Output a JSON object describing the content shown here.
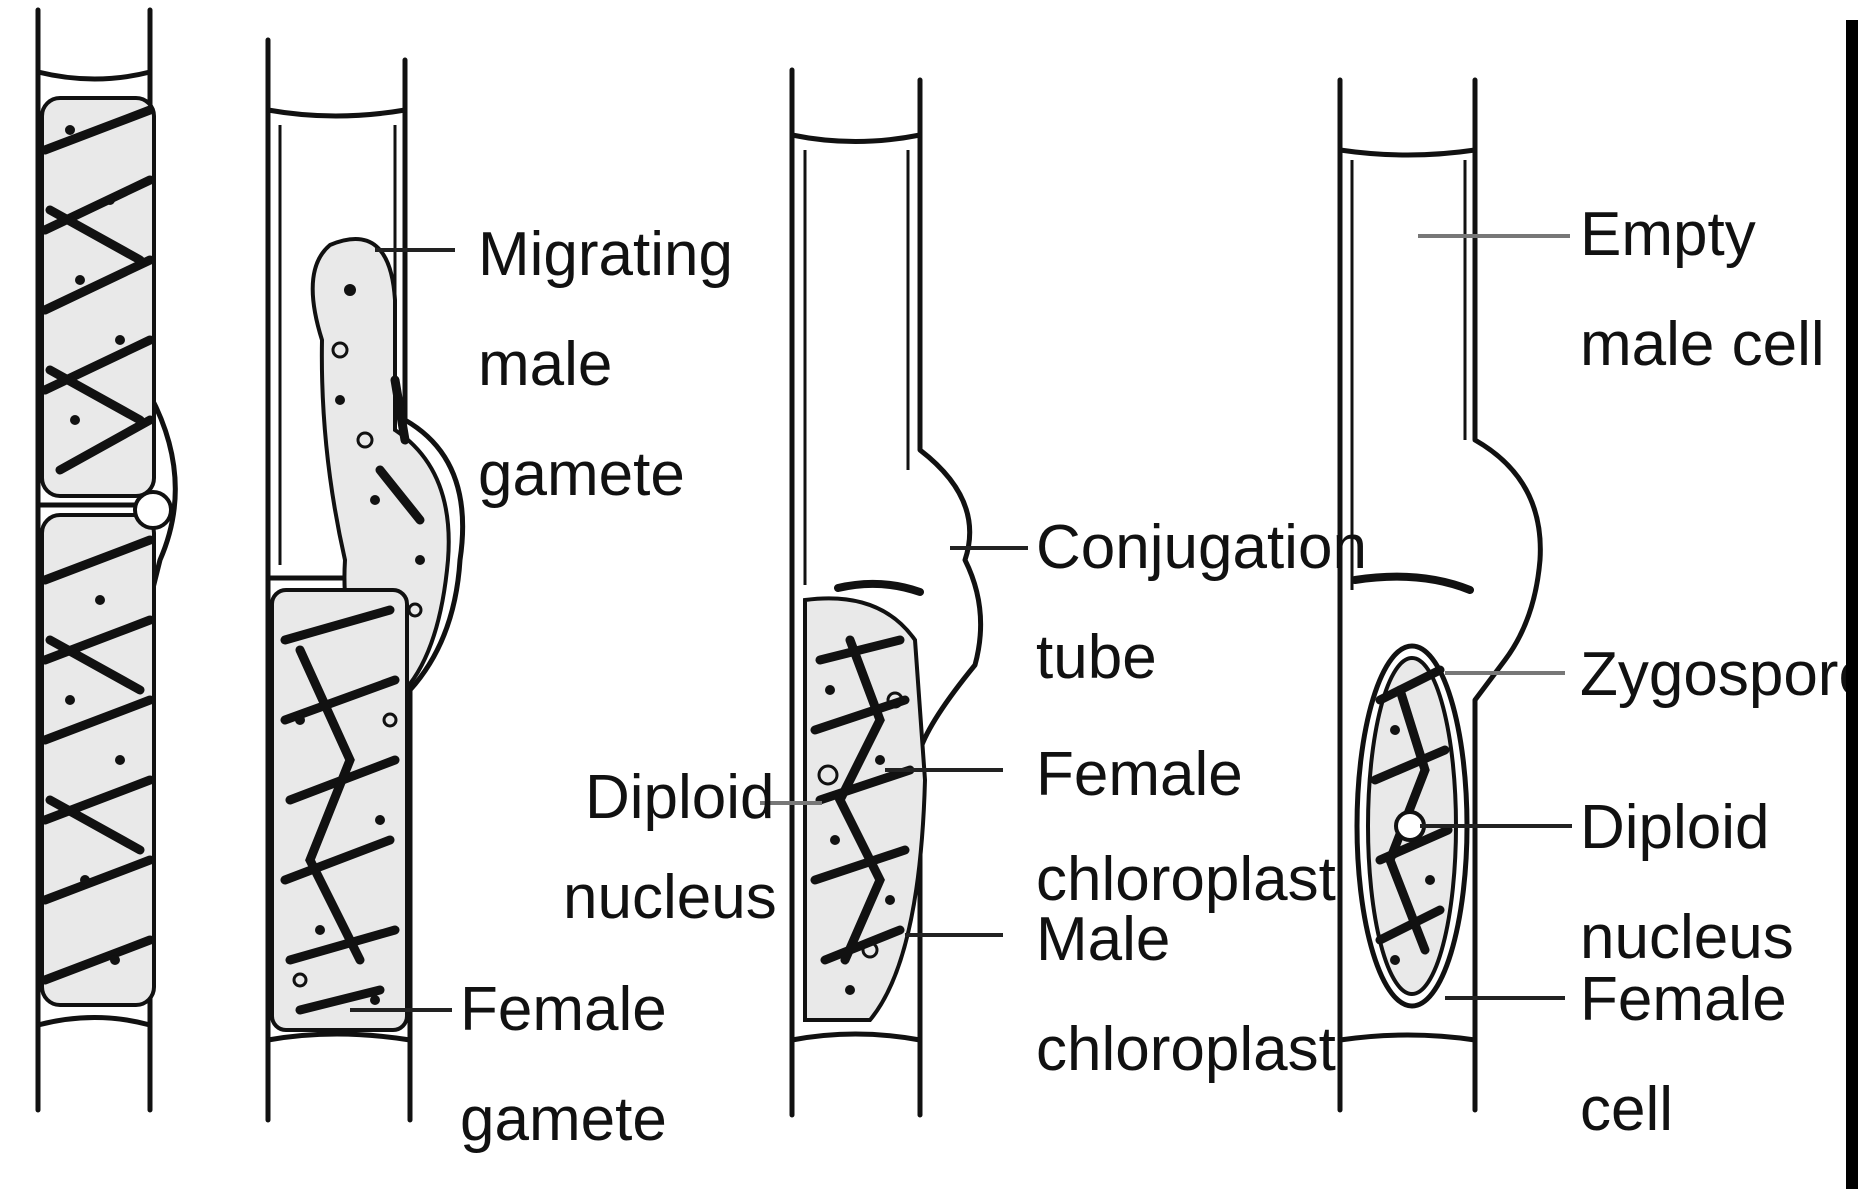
{
  "labels": {
    "migrating_male_gamete": [
      "Migrating",
      "male",
      "gamete"
    ],
    "female_gamete": [
      "Female",
      "gamete"
    ],
    "conjugation_tube": [
      "Conjugation",
      "tube"
    ],
    "diploid_nucleus_mid": [
      "Diploid",
      "nucleus"
    ],
    "female_chloroplast": [
      "Female",
      "chloroplast"
    ],
    "male_chloroplast": [
      "Male",
      "chloroplast"
    ],
    "empty_male_cell": [
      "Empty",
      "male cell"
    ],
    "zygospore": [
      "Zygospore"
    ],
    "diploid_nucleus_right": [
      "Diploid",
      "nucleus"
    ],
    "female_cell": [
      "Female",
      "cell"
    ]
  }
}
